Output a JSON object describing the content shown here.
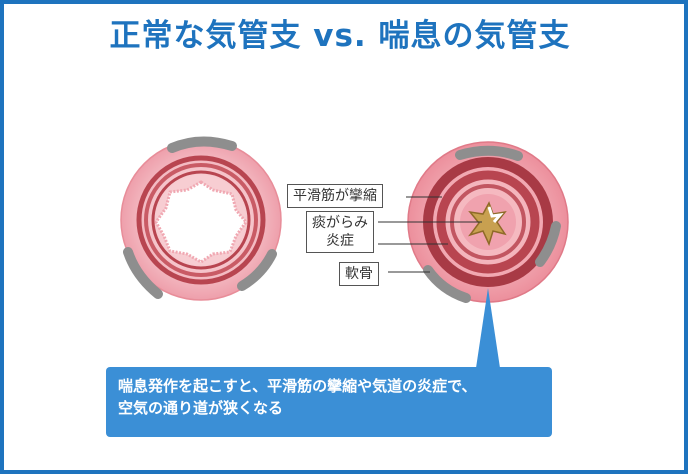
{
  "title": "正常な気管支 vs. 喘息の気管支",
  "labels": {
    "smooth_muscle": "平滑筋が攣縮",
    "mucus_line1": "痰がらみ",
    "mucus_line2": "炎症",
    "cartilage": "軟骨"
  },
  "caption": {
    "line1": "喘息発作を起こすと、平滑筋の攣縮や気道の炎症で、",
    "line2": "空気の通り道が狭くなる"
  },
  "colors": {
    "accent": "#1e73be",
    "caption_bg": "#3b8fd6",
    "outer_tissue": "#f2b8c0",
    "muscle": "#b84550",
    "cartilage": "#9a9a9a",
    "mucus": "#c8a050"
  }
}
